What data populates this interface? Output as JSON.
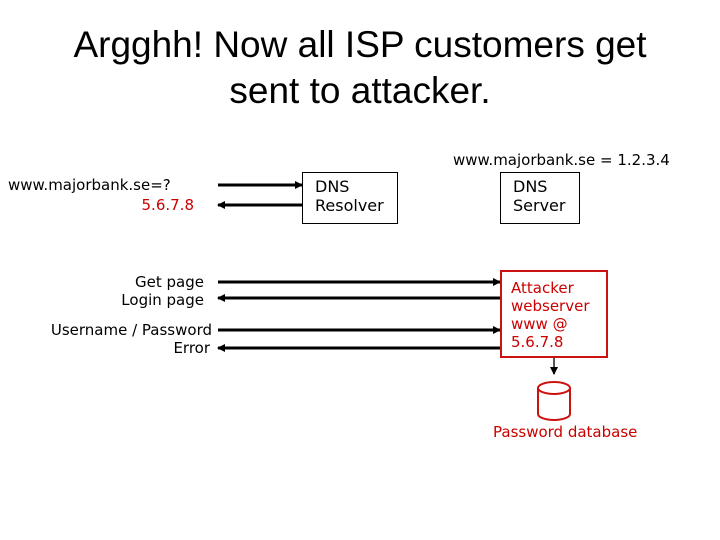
{
  "title": {
    "line1": "Argghh! Now all ISP customers get",
    "line2": "sent to attacker."
  },
  "client": {
    "dns_query": "www.majorbank.se=?",
    "dns_answer": "5.6.7.8",
    "get_page": "Get page",
    "login_page": "Login page",
    "username_password": "Username / Password",
    "error": "Error"
  },
  "resolver": {
    "line1": "DNS",
    "line2": "Resolver"
  },
  "server": {
    "record": "www.majorbank.se = 1.2.3.4",
    "line1": "DNS",
    "line2": "Server"
  },
  "attacker": {
    "line1": "Attacker",
    "line2": "webserver",
    "line3": "www @",
    "line4": "5.6.7.8"
  },
  "database": {
    "label": "Password database",
    "icon": "database-icon"
  },
  "colors": {
    "attacker": "#cc1111",
    "answer": "#cc0000",
    "text": "#000000"
  }
}
